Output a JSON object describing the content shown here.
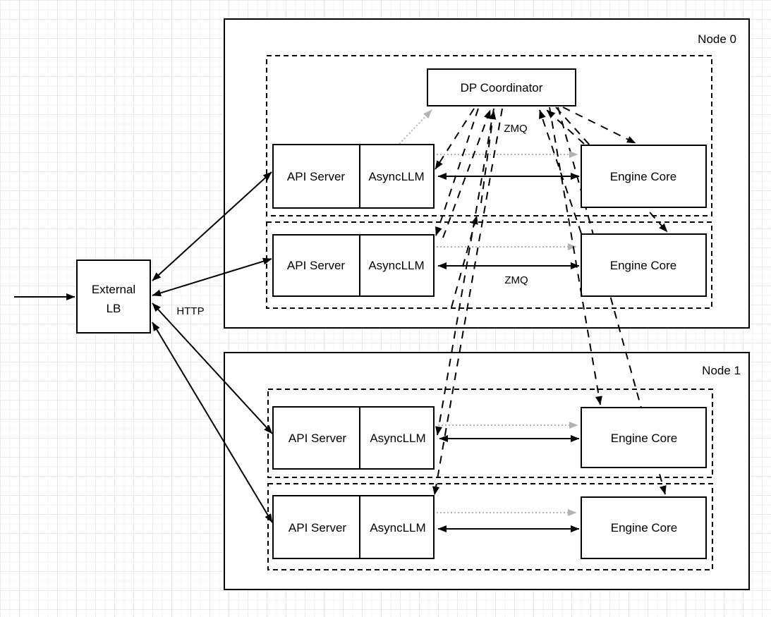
{
  "nodes": {
    "node0_label": "Node 0",
    "node1_label": "Node 1"
  },
  "external_lb": {
    "line1": "External",
    "line2": "LB"
  },
  "coordinator": {
    "label": "DP Coordinator"
  },
  "edge_labels": {
    "http": "HTTP",
    "zmq_coordinator": "ZMQ",
    "zmq_engine": "ZMQ"
  },
  "rows": [
    {
      "api_server": "API Server",
      "async_llm": "AsyncLLM",
      "engine_core": "Engine Core"
    },
    {
      "api_server": "API Server",
      "async_llm": "AsyncLLM",
      "engine_core": "Engine Core"
    },
    {
      "api_server": "API Server",
      "async_llm": "AsyncLLM",
      "engine_core": "Engine Core"
    },
    {
      "api_server": "API Server",
      "async_llm": "AsyncLLM",
      "engine_core": "Engine Core"
    }
  ],
  "colors": {
    "stroke": "#000000",
    "gray_link": "#b3b3b3",
    "box_fill": "#ffffff",
    "grid_major": "#e9e9e9",
    "grid_minor": "#f6f6f6"
  }
}
